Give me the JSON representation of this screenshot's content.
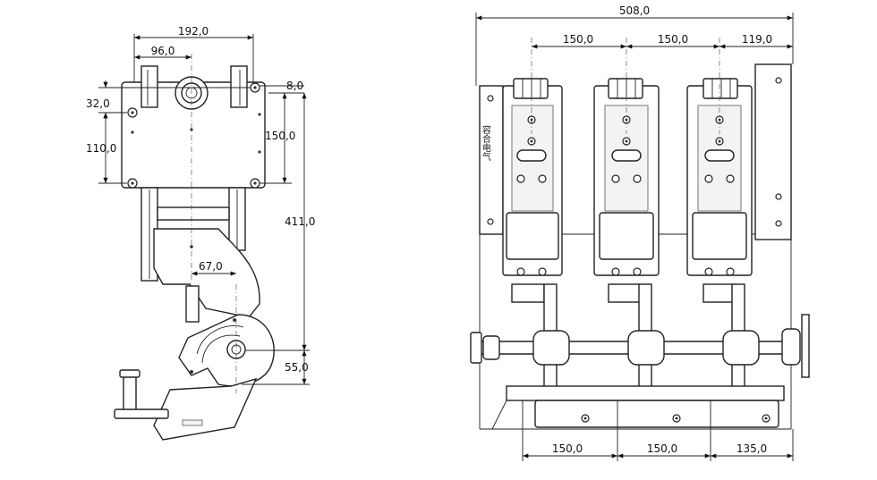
{
  "side_view": {
    "dimensions": {
      "width_top": "192,0",
      "width_inner": "96,0",
      "offset_top": "32,0",
      "hole_vertical": "110,0",
      "offset_right": "8,0",
      "height_right": "150,0",
      "total_height": "411,0",
      "shaft_offset": "67,0",
      "shaft_height": "55,0"
    }
  },
  "front_view": {
    "brand_text": "容合电气",
    "dimensions": {
      "total_width": "508,0",
      "pitch_top_1": "150,0",
      "pitch_top_2": "150,0",
      "edge_top": "119,0",
      "pitch_bottom_1": "150,0",
      "pitch_bottom_2": "150,0",
      "edge_bottom": "135,0"
    }
  }
}
